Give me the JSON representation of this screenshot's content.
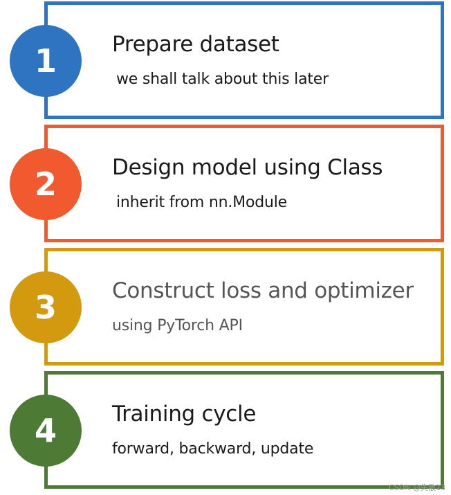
{
  "steps": [
    {
      "number": "1",
      "title": "Prepare dataset",
      "subtitle": "we shall talk about this later",
      "color": "#2e74c0"
    },
    {
      "number": "2",
      "title": "Design model using Class",
      "subtitle": "inherit from nn.Module",
      "color": "#f05a2e"
    },
    {
      "number": "3",
      "title": "Construct loss and optimizer",
      "subtitle": "using PyTorch API",
      "color": "#d39a0f"
    },
    {
      "number": "4",
      "title": "Training cycle",
      "subtitle": "forward, backward, update",
      "color": "#4d7a35"
    }
  ],
  "watermark": "CSDN @失散13"
}
